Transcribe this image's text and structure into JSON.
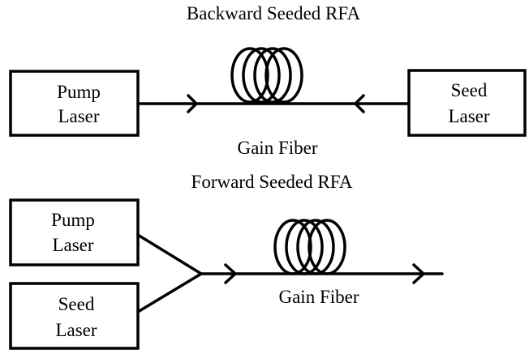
{
  "backward": {
    "title": "Backward Seeded RFA",
    "pump": {
      "line1": "Pump",
      "line2": "Laser"
    },
    "seed": {
      "line1": "Seed",
      "line2": "Laser"
    },
    "fiber_label": "Gain Fiber"
  },
  "forward": {
    "title": "Forward Seeded RFA",
    "pump": {
      "line1": "Pump",
      "line2": "Laser"
    },
    "seed": {
      "line1": "Seed",
      "line2": "Laser"
    },
    "fiber_label": "Gain Fiber"
  }
}
